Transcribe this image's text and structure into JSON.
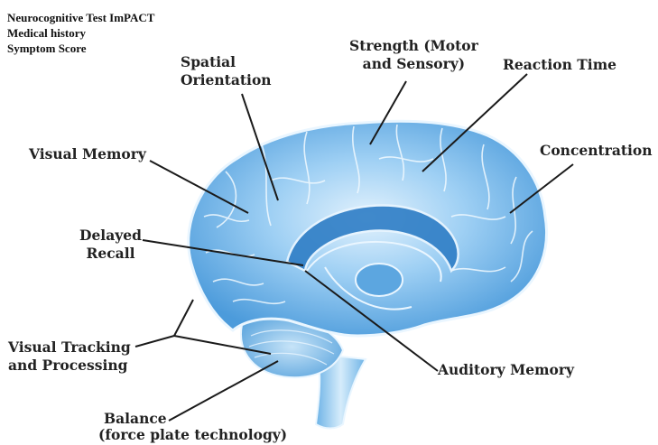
{
  "header": {
    "line1": "Neurocognitive Test ImPACT",
    "line2": "Medical history",
    "line3": "Symptom Score"
  },
  "labels": {
    "spatial": [
      "Spatial",
      "Orientation"
    ],
    "strength": [
      "Strength (Motor",
      "and Sensory)"
    ],
    "reaction": "Reaction Time",
    "visual_memory": "Visual Memory",
    "concentration": "Concentration",
    "delayed": [
      "Delayed",
      "Recall"
    ],
    "visual_tracking": [
      "Visual Tracking",
      "and Processing"
    ],
    "auditory": "Auditory Memory",
    "balance": [
      "Balance",
      "(force plate technology)"
    ]
  },
  "colors": {
    "brain_light": "#cfe8fb",
    "brain_mid": "#7fc0ef",
    "brain_dark": "#3b8fd4",
    "outline": "#eaf6ff",
    "leader": "#1a1a1a"
  }
}
